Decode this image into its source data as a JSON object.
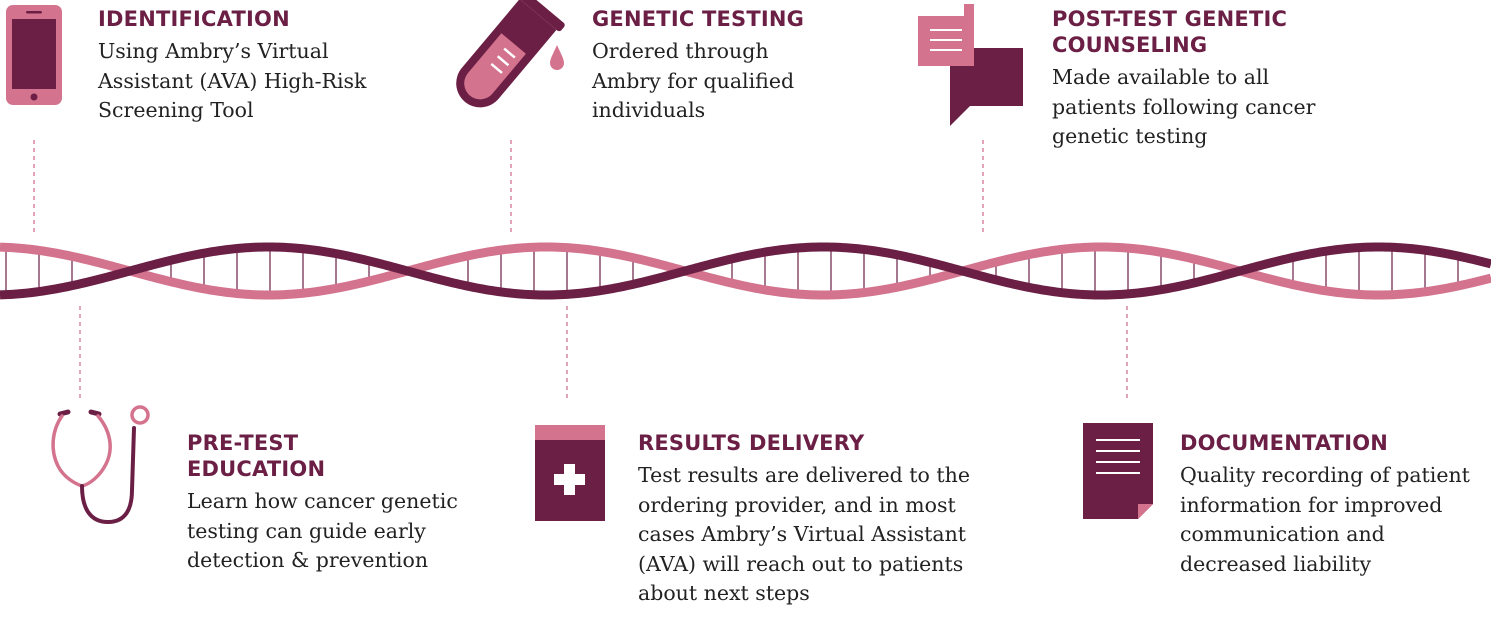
{
  "colors": {
    "dark": "#6b1f45",
    "pink": "#d4738e",
    "text": "#222222"
  },
  "steps": [
    {
      "title": "IDENTIFICATION",
      "desc": "Using Ambry’s Virtual Assistant (AVA) High-Risk Screening Tool",
      "icon": "phone-icon"
    },
    {
      "title": "GENETIC TESTING",
      "desc": "Ordered through Ambry for qualified individuals",
      "icon": "test-tube-icon"
    },
    {
      "title": "POST-TEST GENETIC COUNSELING",
      "desc": "Made available to all patients following cancer genetic testing",
      "icon": "chat-bubbles-icon"
    },
    {
      "title": "PRE-TEST EDUCATION",
      "desc": "Learn how cancer genetic testing can guide early detection & prevention",
      "icon": "stethoscope-icon"
    },
    {
      "title": "RESULTS DELIVERY",
      "desc": "Test results are delivered to the ordering provider, and in most cases Ambry’s Virtual Assistant (AVA) will reach out to patients about next steps",
      "icon": "results-envelope-icon"
    },
    {
      "title": "DOCUMENTATION",
      "desc": "Quality recording of patient information for improved communication and decreased liability",
      "icon": "document-icon"
    }
  ]
}
